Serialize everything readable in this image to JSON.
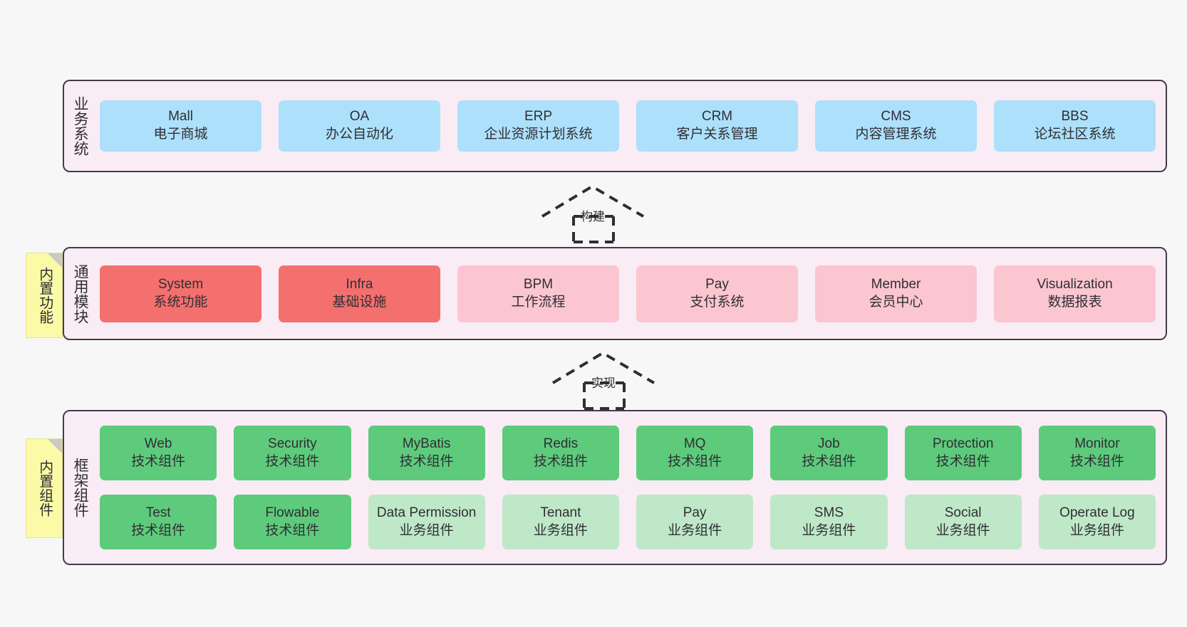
{
  "diagram": {
    "title": "",
    "background_color": "#f7f7f7",
    "panel_color": "#f9ecf5",
    "panel_border_color": "#413c47"
  },
  "notes": [
    {
      "label": "内置功能",
      "color": "#fbfaa6"
    },
    {
      "label": "内置组件",
      "color": "#fbfaa6"
    }
  ],
  "connectors": [
    {
      "label": "构建",
      "style": "dashed-generalization",
      "direction": "up"
    },
    {
      "label": "实现",
      "style": "dashed-generalization",
      "direction": "up"
    }
  ],
  "layers": [
    {
      "id": "business",
      "title": "业务系统",
      "rows": [
        {
          "cells": [
            {
              "en": "Mall",
              "cn": "电子商城",
              "color": "#ade0fb",
              "kind": "blue"
            },
            {
              "en": "OA",
              "cn": "办公自动化",
              "color": "#ade0fb",
              "kind": "blue"
            },
            {
              "en": "ERP",
              "cn": "企业资源计划系统",
              "color": "#ade0fb",
              "kind": "blue"
            },
            {
              "en": "CRM",
              "cn": "客户关系管理",
              "color": "#ade0fb",
              "kind": "blue"
            },
            {
              "en": "CMS",
              "cn": "内容管理系统",
              "color": "#ade0fb",
              "kind": "blue"
            },
            {
              "en": "BBS",
              "cn": "论坛社区系统",
              "color": "#ade0fb",
              "kind": "blue"
            }
          ]
        }
      ]
    },
    {
      "id": "modules",
      "title": "通用模块",
      "rows": [
        {
          "cells": [
            {
              "en": "System",
              "cn": "系统功能",
              "color": "#f4706f",
              "kind": "red"
            },
            {
              "en": "Infra",
              "cn": "基础设施",
              "color": "#f4706f",
              "kind": "red"
            },
            {
              "en": "BPM",
              "cn": "工作流程",
              "color": "#fcc6d1",
              "kind": "pink"
            },
            {
              "en": "Pay",
              "cn": "支付系统",
              "color": "#fcc6d1",
              "kind": "pink"
            },
            {
              "en": "Member",
              "cn": "会员中心",
              "color": "#fcc6d1",
              "kind": "pink"
            },
            {
              "en": "Visualization",
              "cn": "数据报表",
              "color": "#fcc6d1",
              "kind": "pink"
            }
          ]
        }
      ]
    },
    {
      "id": "framework",
      "title": "框架组件",
      "rows": [
        {
          "cells": [
            {
              "en": "Web",
              "cn": "技术组件",
              "color": "#5ecb7c",
              "kind": "green"
            },
            {
              "en": "Security",
              "cn": "技术组件",
              "color": "#5ecb7c",
              "kind": "green"
            },
            {
              "en": "MyBatis",
              "cn": "技术组件",
              "color": "#5ecb7c",
              "kind": "green"
            },
            {
              "en": "Redis",
              "cn": "技术组件",
              "color": "#5ecb7c",
              "kind": "green"
            },
            {
              "en": "MQ",
              "cn": "技术组件",
              "color": "#5ecb7c",
              "kind": "green"
            },
            {
              "en": "Job",
              "cn": "技术组件",
              "color": "#5ecb7c",
              "kind": "green"
            },
            {
              "en": "Protection",
              "cn": "技术组件",
              "color": "#5ecb7c",
              "kind": "green"
            },
            {
              "en": "Monitor",
              "cn": "技术组件",
              "color": "#5ecb7c",
              "kind": "green"
            }
          ]
        },
        {
          "cells": [
            {
              "en": "Test",
              "cn": "技术组件",
              "color": "#5ecb7c",
              "kind": "green"
            },
            {
              "en": "Flowable",
              "cn": "技术组件",
              "color": "#5ecb7c",
              "kind": "green"
            },
            {
              "en": "Data Permission",
              "cn": "业务组件",
              "color": "#bfe8c8",
              "kind": "greenlight"
            },
            {
              "en": "Tenant",
              "cn": "业务组件",
              "color": "#bfe8c8",
              "kind": "greenlight"
            },
            {
              "en": "Pay",
              "cn": "业务组件",
              "color": "#bfe8c8",
              "kind": "greenlight"
            },
            {
              "en": "SMS",
              "cn": "业务组件",
              "color": "#bfe8c8",
              "kind": "greenlight"
            },
            {
              "en": "Social",
              "cn": "业务组件",
              "color": "#bfe8c8",
              "kind": "greenlight"
            },
            {
              "en": "Operate Log",
              "cn": "业务组件",
              "color": "#bfe8c8",
              "kind": "greenlight"
            }
          ]
        }
      ]
    }
  ]
}
